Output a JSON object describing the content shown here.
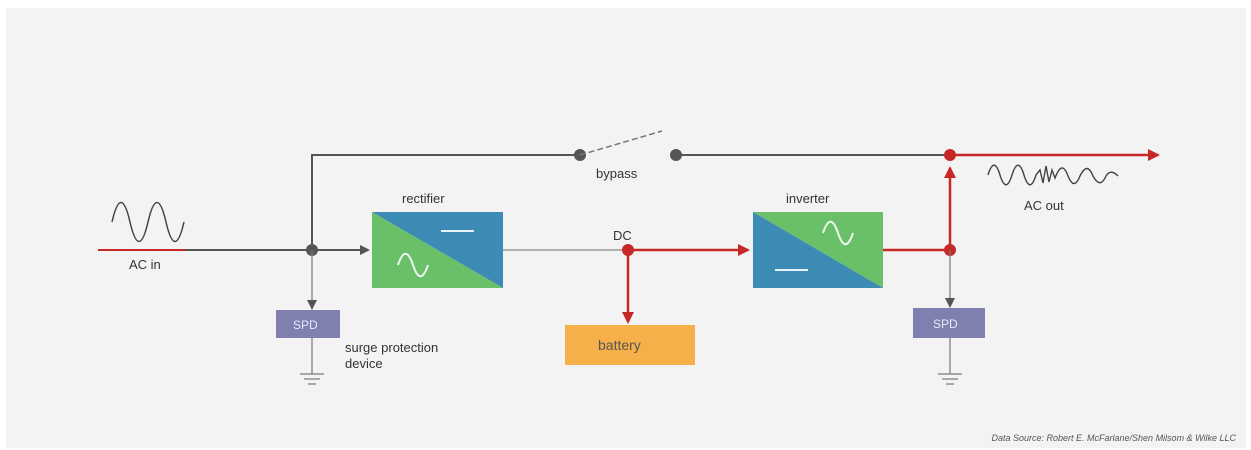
{
  "labels": {
    "ac_in": "AC in",
    "ac_out": "AC out",
    "bypass": "bypass",
    "rectifier": "rectifier",
    "inverter": "inverter",
    "dc": "DC",
    "battery": "battery",
    "spd_left": "SPD",
    "spd_right": "SPD",
    "surge_line1": "surge protection",
    "surge_line2": "device",
    "source": "Data Source: Robert E. McFarlane/Shen Milsom & Wilke LLC"
  },
  "colors": {
    "background": "#f3f3f3",
    "wire_gray": "#555555",
    "wire_red": "#c62828",
    "converter_blue": "#3b8bb5",
    "converter_green": "#6abf69",
    "spd_box": "#7f7fb0",
    "battery_box": "#f5b04a"
  },
  "icons": [
    "sine-wave-icon",
    "ground-icon",
    "switch-icon",
    "arrow-icon"
  ]
}
